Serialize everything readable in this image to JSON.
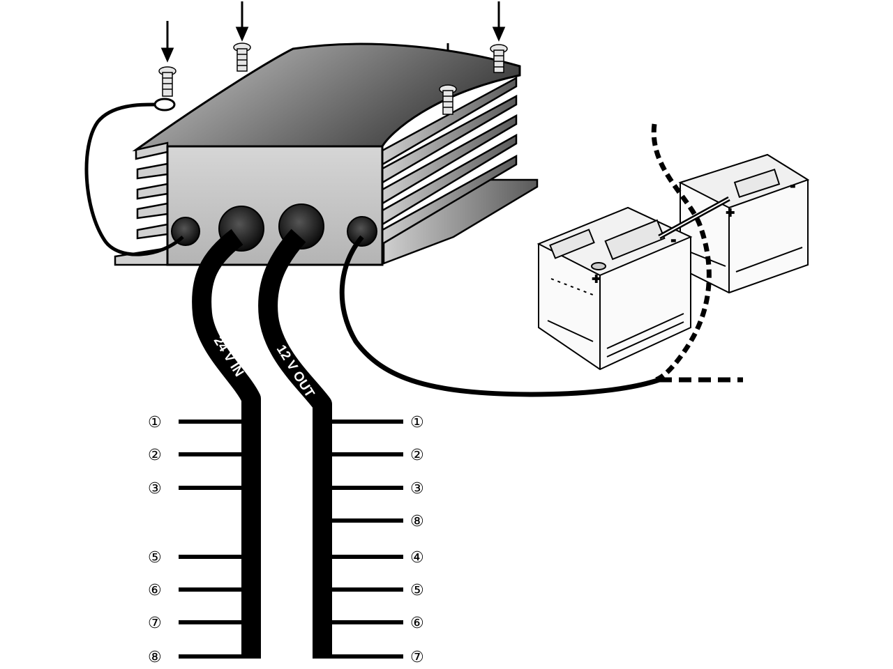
{
  "cables": {
    "input_label": "24 V IN",
    "output_label": "12 V OUT"
  },
  "battery": {
    "plus": "+",
    "minus": "-"
  },
  "left_terminals": [
    "①",
    "②",
    "③",
    "⑤",
    "⑥",
    "⑦",
    "⑧"
  ],
  "right_terminals": [
    "①",
    "②",
    "③",
    "⑧",
    "④",
    "⑤",
    "⑥",
    "⑦"
  ],
  "icons": [
    "screw-icon",
    "arrow-down-icon",
    "battery-icon",
    "ground-ring-icon"
  ]
}
